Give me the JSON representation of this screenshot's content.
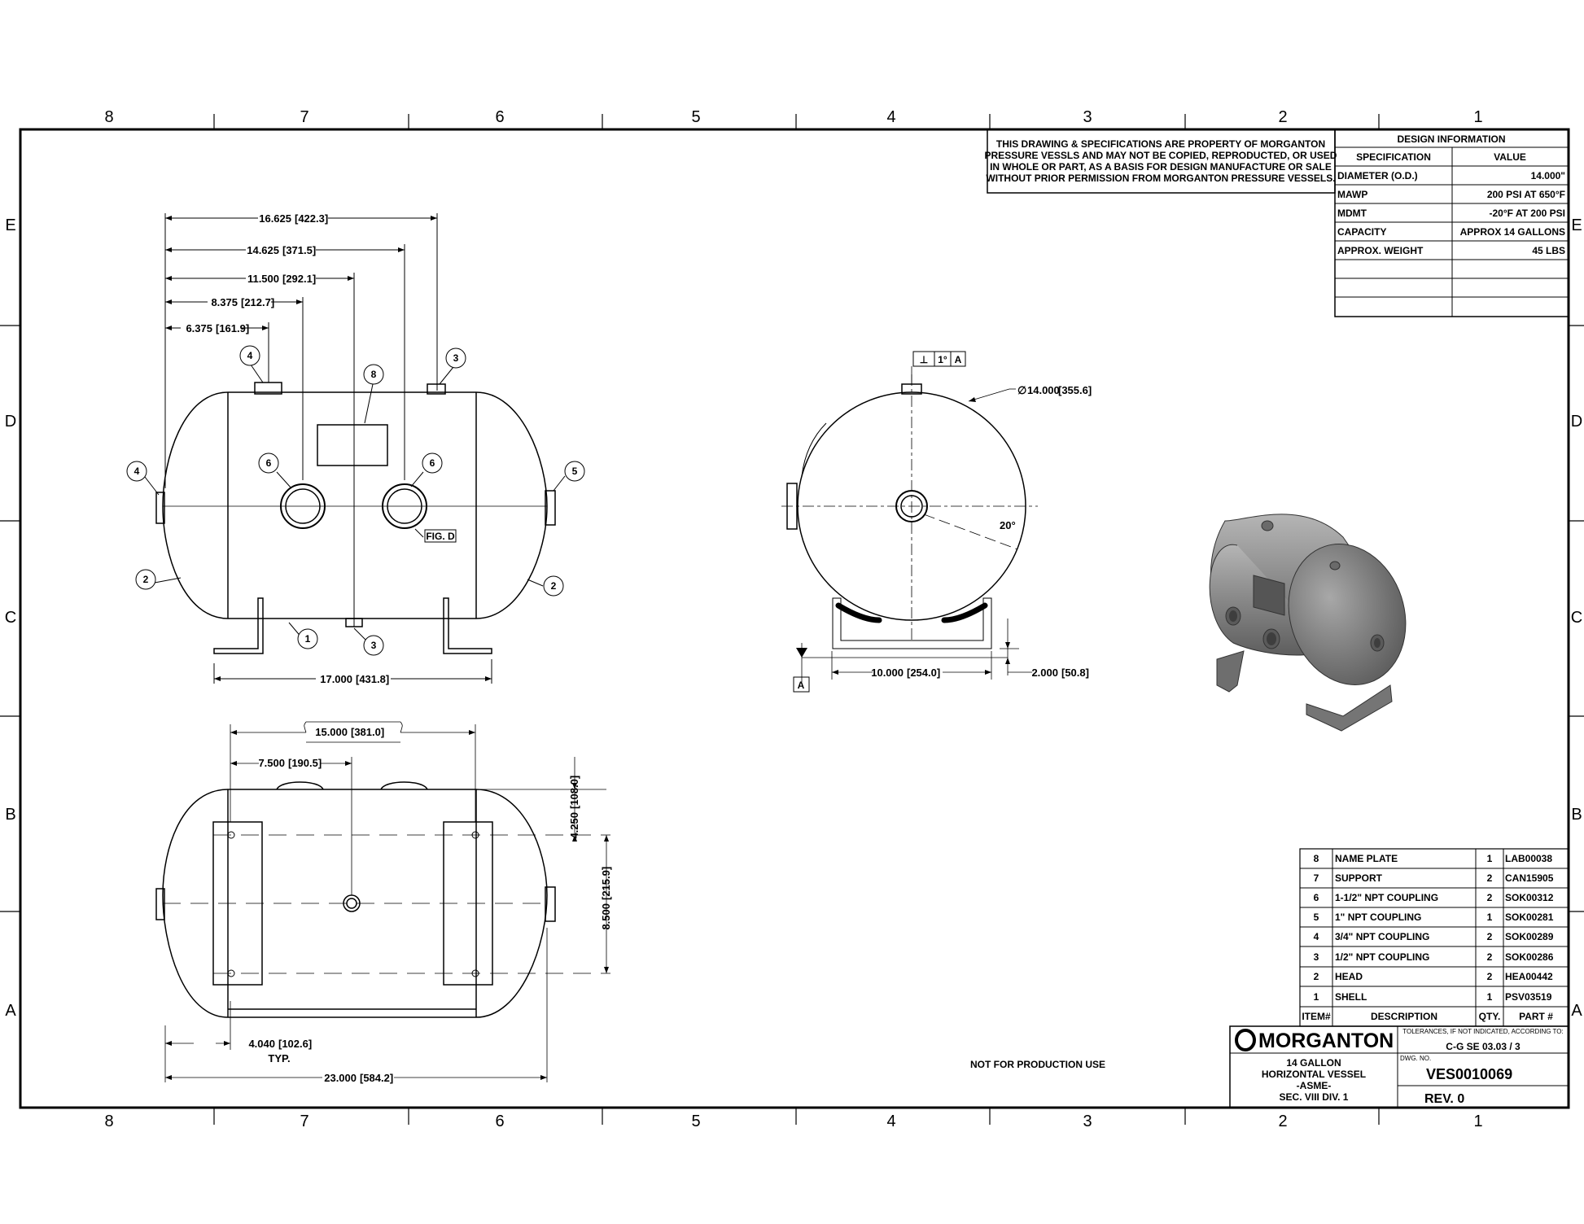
{
  "zones": {
    "columns": [
      "8",
      "7",
      "6",
      "5",
      "4",
      "3",
      "2",
      "1"
    ],
    "rows": [
      "E",
      "D",
      "C",
      "B",
      "A"
    ]
  },
  "notice": [
    "THIS DRAWING & SPECIFICATIONS ARE PROPERTY OF MORGANTON",
    "PRESSURE VESSLS AND MAY NOT BE COPIED, REPRODUCTED,  OR USED",
    "IN WHOLE OR PART, AS A BASIS FOR DESIGN MANUFACTURE OR SALE",
    "WITHOUT PRIOR PERMISSION FROM MORGANTON PRESSURE VESSELS."
  ],
  "design_info": {
    "title": "DESIGN INFORMATION",
    "col_spec": "SPECIFICATION",
    "col_value": "VALUE",
    "rows": [
      {
        "spec": "DIAMETER (O.D.)",
        "value": "14.000\""
      },
      {
        "spec": "MAWP",
        "value": "200 PSI AT 650°F"
      },
      {
        "spec": "MDMT",
        "value": "-20°F AT 200 PSI"
      },
      {
        "spec": "CAPACITY",
        "value": "APPROX 14 GALLONS"
      },
      {
        "spec": "APPROX. WEIGHT",
        "value": "45 LBS"
      },
      {
        "spec": "",
        "value": ""
      },
      {
        "spec": "",
        "value": ""
      },
      {
        "spec": "",
        "value": ""
      }
    ]
  },
  "front_view": {
    "dims": [
      {
        "v": "16.625",
        "m": "422.3"
      },
      {
        "v": "14.625",
        "m": "371.5"
      },
      {
        "v": "11.500",
        "m": "292.1"
      },
      {
        "v": "8.375",
        "m": "212.7"
      },
      {
        "v": "6.375",
        "m": "161.9"
      }
    ],
    "overall": {
      "v": "17.000",
      "m": "431.8"
    },
    "fig_label": "FIG. D",
    "balloons": [
      "4",
      "3",
      "8",
      "4",
      "6",
      "6",
      "5",
      "2",
      "2",
      "1",
      "3"
    ]
  },
  "end_view": {
    "datum_box": {
      "sym": "⊥",
      "tol": "1°",
      "ref": "A"
    },
    "diameter": {
      "sym": "∅",
      "v": "14.000",
      "m": "355.6"
    },
    "angle": "20°",
    "base": {
      "v": "10.000",
      "m": "254.0"
    },
    "height": {
      "v": "2.000",
      "m": "50.8"
    },
    "datum": "A"
  },
  "bottom_view": {
    "top_dim": {
      "v": "15.000",
      "m": "381.0"
    },
    "half_dim": {
      "v": "7.500",
      "m": "190.5"
    },
    "v1": {
      "v": "4.250",
      "m": "108.0"
    },
    "v2": {
      "v": "8.500",
      "m": "215.9"
    },
    "left_dim": {
      "v": "4.040",
      "m": "102.6"
    },
    "typ": "TYP.",
    "overall": {
      "v": "23.000",
      "m": "584.2"
    }
  },
  "not_for_production": "NOT FOR PRODUCTION USE",
  "bom": {
    "headers": {
      "item": "ITEM#",
      "desc": "DESCRIPTION",
      "qty": "QTY.",
      "part": "PART #"
    },
    "rows": [
      {
        "item": "8",
        "desc": "NAME PLATE",
        "qty": "1",
        "part": "LAB00038"
      },
      {
        "item": "7",
        "desc": "SUPPORT",
        "qty": "2",
        "part": "CAN15905"
      },
      {
        "item": "6",
        "desc": "1-1/2\" NPT COUPLING",
        "qty": "2",
        "part": "SOK00312"
      },
      {
        "item": "5",
        "desc": "1\" NPT COUPLING",
        "qty": "1",
        "part": "SOK00281"
      },
      {
        "item": "4",
        "desc": "3/4\" NPT COUPLING",
        "qty": "2",
        "part": "SOK00289"
      },
      {
        "item": "3",
        "desc": "1/2\" NPT COUPLING",
        "qty": "2",
        "part": "SOK00286"
      },
      {
        "item": "2",
        "desc": "HEAD",
        "qty": "2",
        "part": "HEA00442"
      },
      {
        "item": "1",
        "desc": "SHELL",
        "qty": "1",
        "part": "PSV03519"
      }
    ]
  },
  "title_block": {
    "company": "MORGANTON",
    "tolerance": "TOLERANCES, IF NOT INDICATED, ACCORDING TO:",
    "tolerance_std": "C-G SE 03.03 / 3",
    "title_lines": [
      "14 GALLON",
      "HORIZONTAL VESSEL",
      "-ASME-",
      "SEC. VIII DIV. 1"
    ],
    "dwg_no_label": "DWG. NO.",
    "dwg_no": "VES0010069",
    "rev": "REV.  0"
  },
  "colors": {
    "line": "#000000",
    "render_body": "#8c8c8c",
    "render_dark": "#5a5a5a"
  }
}
